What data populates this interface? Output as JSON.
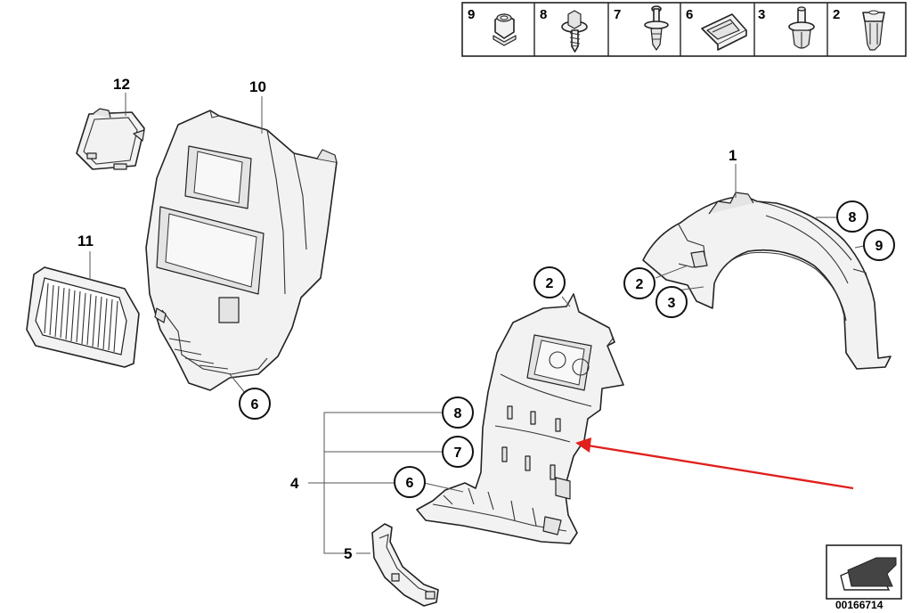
{
  "fastener_strip": {
    "cells": [
      {
        "number": "9",
        "icon": "hex-nut-icon"
      },
      {
        "number": "8",
        "icon": "screw-with-washer-icon"
      },
      {
        "number": "7",
        "icon": "expanding-rivet-icon"
      },
      {
        "number": "6",
        "icon": "spring-clip-icon"
      },
      {
        "number": "3",
        "icon": "push-rivet-icon"
      },
      {
        "number": "2",
        "icon": "plastic-nut-icon"
      }
    ]
  },
  "callouts": {
    "part_12": "12",
    "part_10": "10",
    "part_11": "11",
    "part_6_left": "6",
    "part_1": "1",
    "part_8_right": "8",
    "part_9_right": "9",
    "part_2_right": "2",
    "part_3_right": "3",
    "part_2_center": "2",
    "part_8_center": "8",
    "part_7_center": "7",
    "part_6_center": "6",
    "part_4": "4",
    "part_5": "5"
  },
  "doc_number": "00166714",
  "colors": {
    "highlight_arrow": "#e0201c",
    "line": "#222222",
    "part_fill": "#f2f2f2"
  }
}
